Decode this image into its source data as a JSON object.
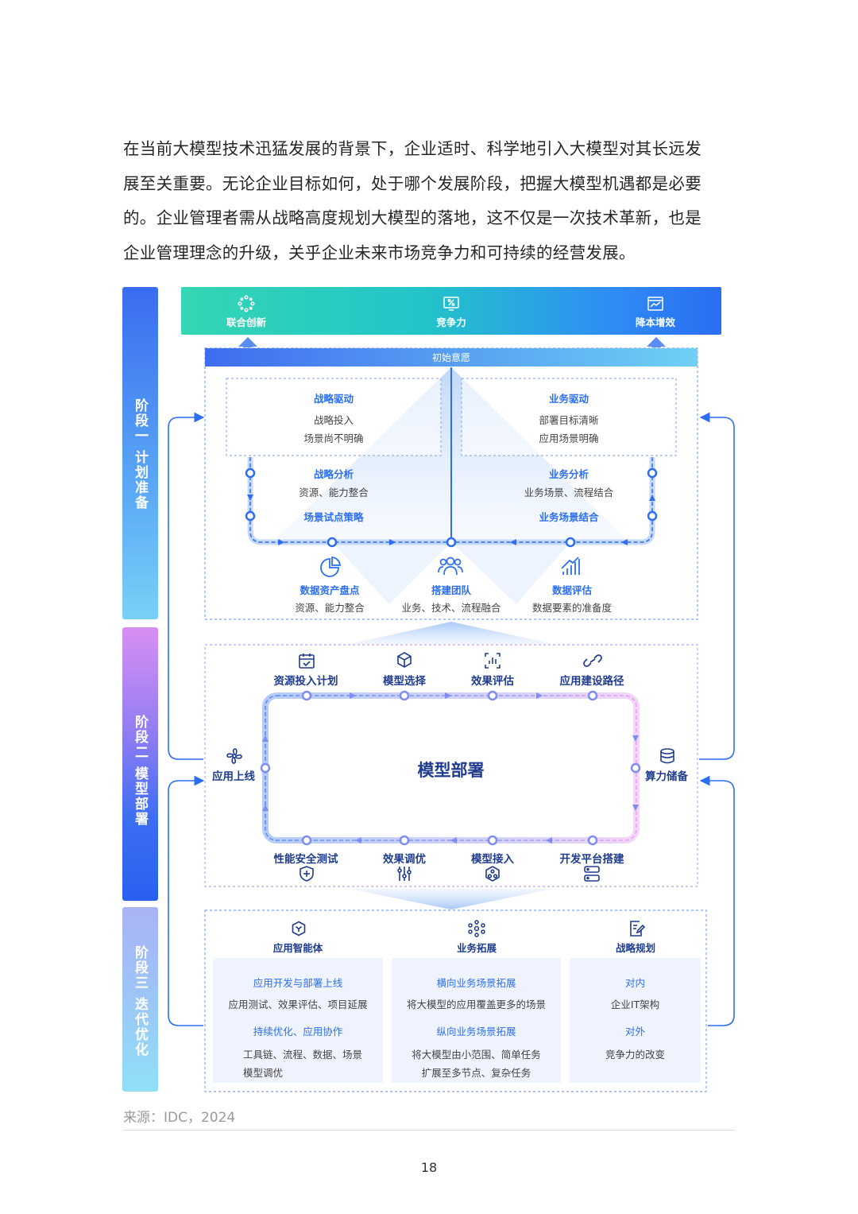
{
  "intro": {
    "line1": "在当前大模型技术迅猛发展的背景下，企业适时、科学地引入大模型对其长远发",
    "line2": "展至关重要。无论企业目标如何，处于哪个发展阶段，把握大模型机遇都是必要",
    "line3": "的。企业管理者需从战略高度规划大模型的落地，这不仅是一次技术革新，也是",
    "line4": "企业管理理念的升级，关乎企业未来市场竞争力和可持续的经营发展。"
  },
  "phases": {
    "p1": "阶段一 计划准备",
    "p2": "阶段二 模型部署",
    "p3": "阶段三 迭代优化"
  },
  "topbar": {
    "left": "联合创新",
    "center": "竞争力",
    "right": "降本增效"
  },
  "stage1": {
    "header": "初始意愿",
    "strategy_drive": {
      "title": "战略驱动",
      "line1": "战略投入",
      "line2": "场景尚不明确"
    },
    "business_drive": {
      "title": "业务驱动",
      "line1": "部署目标清晰",
      "line2": "应用场景明确"
    },
    "strategy_analysis": {
      "title": "战略分析",
      "sub": "资源、能力整合"
    },
    "scene_pilot": {
      "title": "场景试点策略"
    },
    "business_analysis": {
      "title": "业务分析",
      "sub": "业务场景、流程结合"
    },
    "business_scene": {
      "title": "业务场景结合"
    },
    "data_assets": {
      "title": "数据资产盘点",
      "sub": "资源、能力整合"
    },
    "build_team": {
      "title": "搭建团队",
      "sub": "业务、技术、流程融合"
    },
    "data_eval": {
      "title": "数据评估",
      "sub": "数据要素的准备度"
    }
  },
  "stage2": {
    "center": "模型部署",
    "top": [
      "资源投入计划",
      "模型选择",
      "效果评估",
      "应用建设路径"
    ],
    "bottom": [
      "性能安全测试",
      "效果调优",
      "模型接入",
      "开发平台搭建"
    ],
    "left": "应用上线",
    "right": "算力储备"
  },
  "stage3": {
    "col1": {
      "title": "应用智能体",
      "h1": "应用开发与部署上线",
      "t1": "应用测试、效果评估、项目延展",
      "h2": "持续优化、应用协作",
      "t2a": "工具链、流程、数据、场景",
      "t2b": "模型调优"
    },
    "col2": {
      "title": "业务拓展",
      "h1": "横向业务场景拓展",
      "t1": "将大模型的应用覆盖更多的场景",
      "h2": "纵向业务场景拓展",
      "t2a": "将大模型由小范围、简单任务",
      "t2b": "扩展至多节点、复杂任务"
    },
    "col3": {
      "title": "战略规划",
      "h1": "对内",
      "t1": "企业IT架构",
      "h2": "对外",
      "t2a": "竞争力的改变"
    }
  },
  "footer": {
    "source": "来源：IDC，2024",
    "page": "18"
  },
  "colors": {
    "accent_blue": "#2b6ef2",
    "dark_blue": "#1f3c8f",
    "teal": "#34d6b3",
    "purple": "#c98cf0"
  }
}
